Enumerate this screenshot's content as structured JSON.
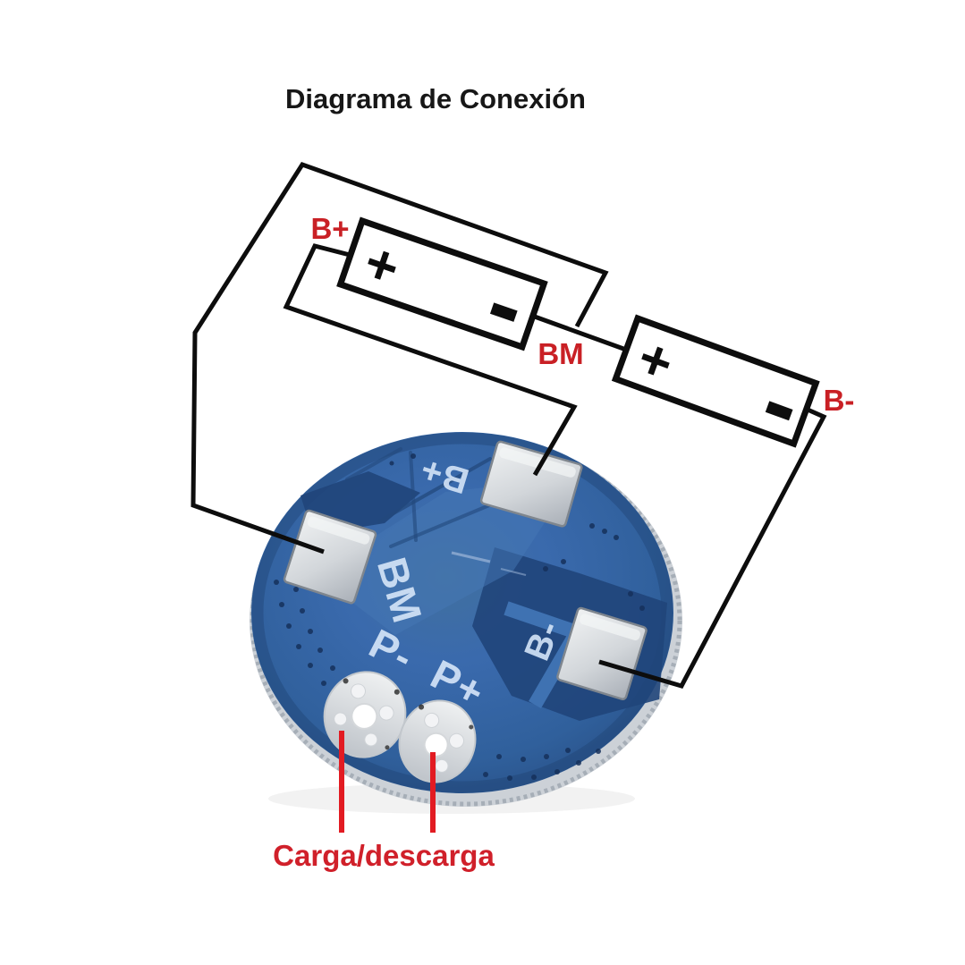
{
  "title": "Diagrama de Conexión",
  "caption": "Carga/descarga",
  "wire_labels": {
    "b_plus": "B+",
    "bm": "BM",
    "b_minus": "B-"
  },
  "battery1": {
    "plus": "+",
    "minus": "-"
  },
  "battery2": {
    "plus": "+",
    "minus": "-"
  },
  "pcb_silk": {
    "b_plus": "B+",
    "bm": "BM",
    "b_minus": "B-",
    "p_minus": "P-",
    "p_plus": "P+"
  },
  "colors": {
    "label_red": "#c92025",
    "pointer_red": "#e21b22",
    "wire_black": "#0d0d0d",
    "pcb_blue": "#35649f",
    "silk_blue": "#cfe0f5",
    "pad_silver": "#d8dbde"
  }
}
